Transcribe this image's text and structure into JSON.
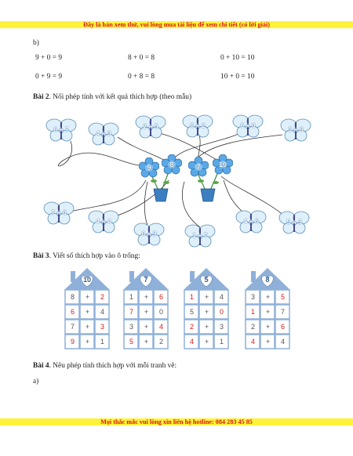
{
  "header_banner": "Đây là bản xem thử, vui lòng mua tài liệu để xem chi tiết (có lời giải)",
  "footer_banner": "Mọi thắc mắc vui lòng xin liên hệ hotline: 084 283 45 85",
  "part_b_label": "b)",
  "equations_row1": [
    "9 + 0 = 9",
    "8 + 0 = 8",
    "0 + 10 = 10"
  ],
  "equations_row2": [
    "0 + 9 = 9",
    "0 + 8 = 8",
    "10 + 0 = 10"
  ],
  "bai2": {
    "label": "Bài 2",
    "text": ". Nối phép tính với kết quả thích hợp (theo mẫu)"
  },
  "bai3": {
    "label": "Bài 3",
    "text": ". Viết số thích hợp vào ô trống:"
  },
  "bai4": {
    "label": "Bài 4",
    "text": ". Nêu phép tính thích hợp với mỗi tranh vẽ:"
  },
  "part_a_label": "a)",
  "butterflies": [
    "8 + 7",
    "4 + 3",
    "2 + 5",
    "8 + 2",
    "8 + 0",
    "3 + 6",
    "7 + 6",
    "4 + 4",
    "0 + 9",
    "1 + 7",
    "4 + 6",
    "5 + 5"
  ],
  "flowers": [
    "9",
    "8",
    "7",
    "10"
  ],
  "houses": [
    {
      "roof": "10",
      "rows": [
        [
          "8",
          "+",
          "2"
        ],
        [
          "6",
          "+",
          "4"
        ],
        [
          "7",
          "+",
          "3"
        ],
        [
          "9",
          "+",
          "1"
        ]
      ],
      "red": [
        [
          0,
          2
        ],
        [
          1,
          0
        ],
        [
          2,
          2
        ],
        [
          3,
          0
        ]
      ]
    },
    {
      "roof": "7",
      "rows": [
        [
          "1",
          "+",
          "6"
        ],
        [
          "7",
          "+",
          "0"
        ],
        [
          "3",
          "+",
          "4"
        ],
        [
          "5",
          "+",
          "2"
        ]
      ],
      "red": [
        [
          0,
          2
        ],
        [
          1,
          0
        ],
        [
          2,
          2
        ],
        [
          3,
          0
        ]
      ]
    },
    {
      "roof": "5",
      "rows": [
        [
          "1",
          "+",
          "4"
        ],
        [
          "5",
          "+",
          "0"
        ],
        [
          "2",
          "+",
          "3"
        ],
        [
          "4",
          "+",
          "1"
        ]
      ],
      "red": [
        [
          0,
          0
        ],
        [
          1,
          2
        ],
        [
          2,
          0
        ],
        [
          3,
          0
        ]
      ]
    },
    {
      "roof": "8",
      "rows": [
        [
          "3",
          "+",
          "5"
        ],
        [
          "1",
          "+",
          "7"
        ],
        [
          "2",
          "+",
          "6"
        ],
        [
          "4",
          "+",
          "4"
        ]
      ],
      "red": [
        [
          0,
          2
        ],
        [
          1,
          0
        ],
        [
          2,
          2
        ],
        [
          3,
          0
        ]
      ]
    }
  ],
  "colors": {
    "banner_bg": "#fff23a",
    "banner_text": "#d81b1b",
    "house": "#8fb0d8",
    "answer": "#d81b1b"
  }
}
